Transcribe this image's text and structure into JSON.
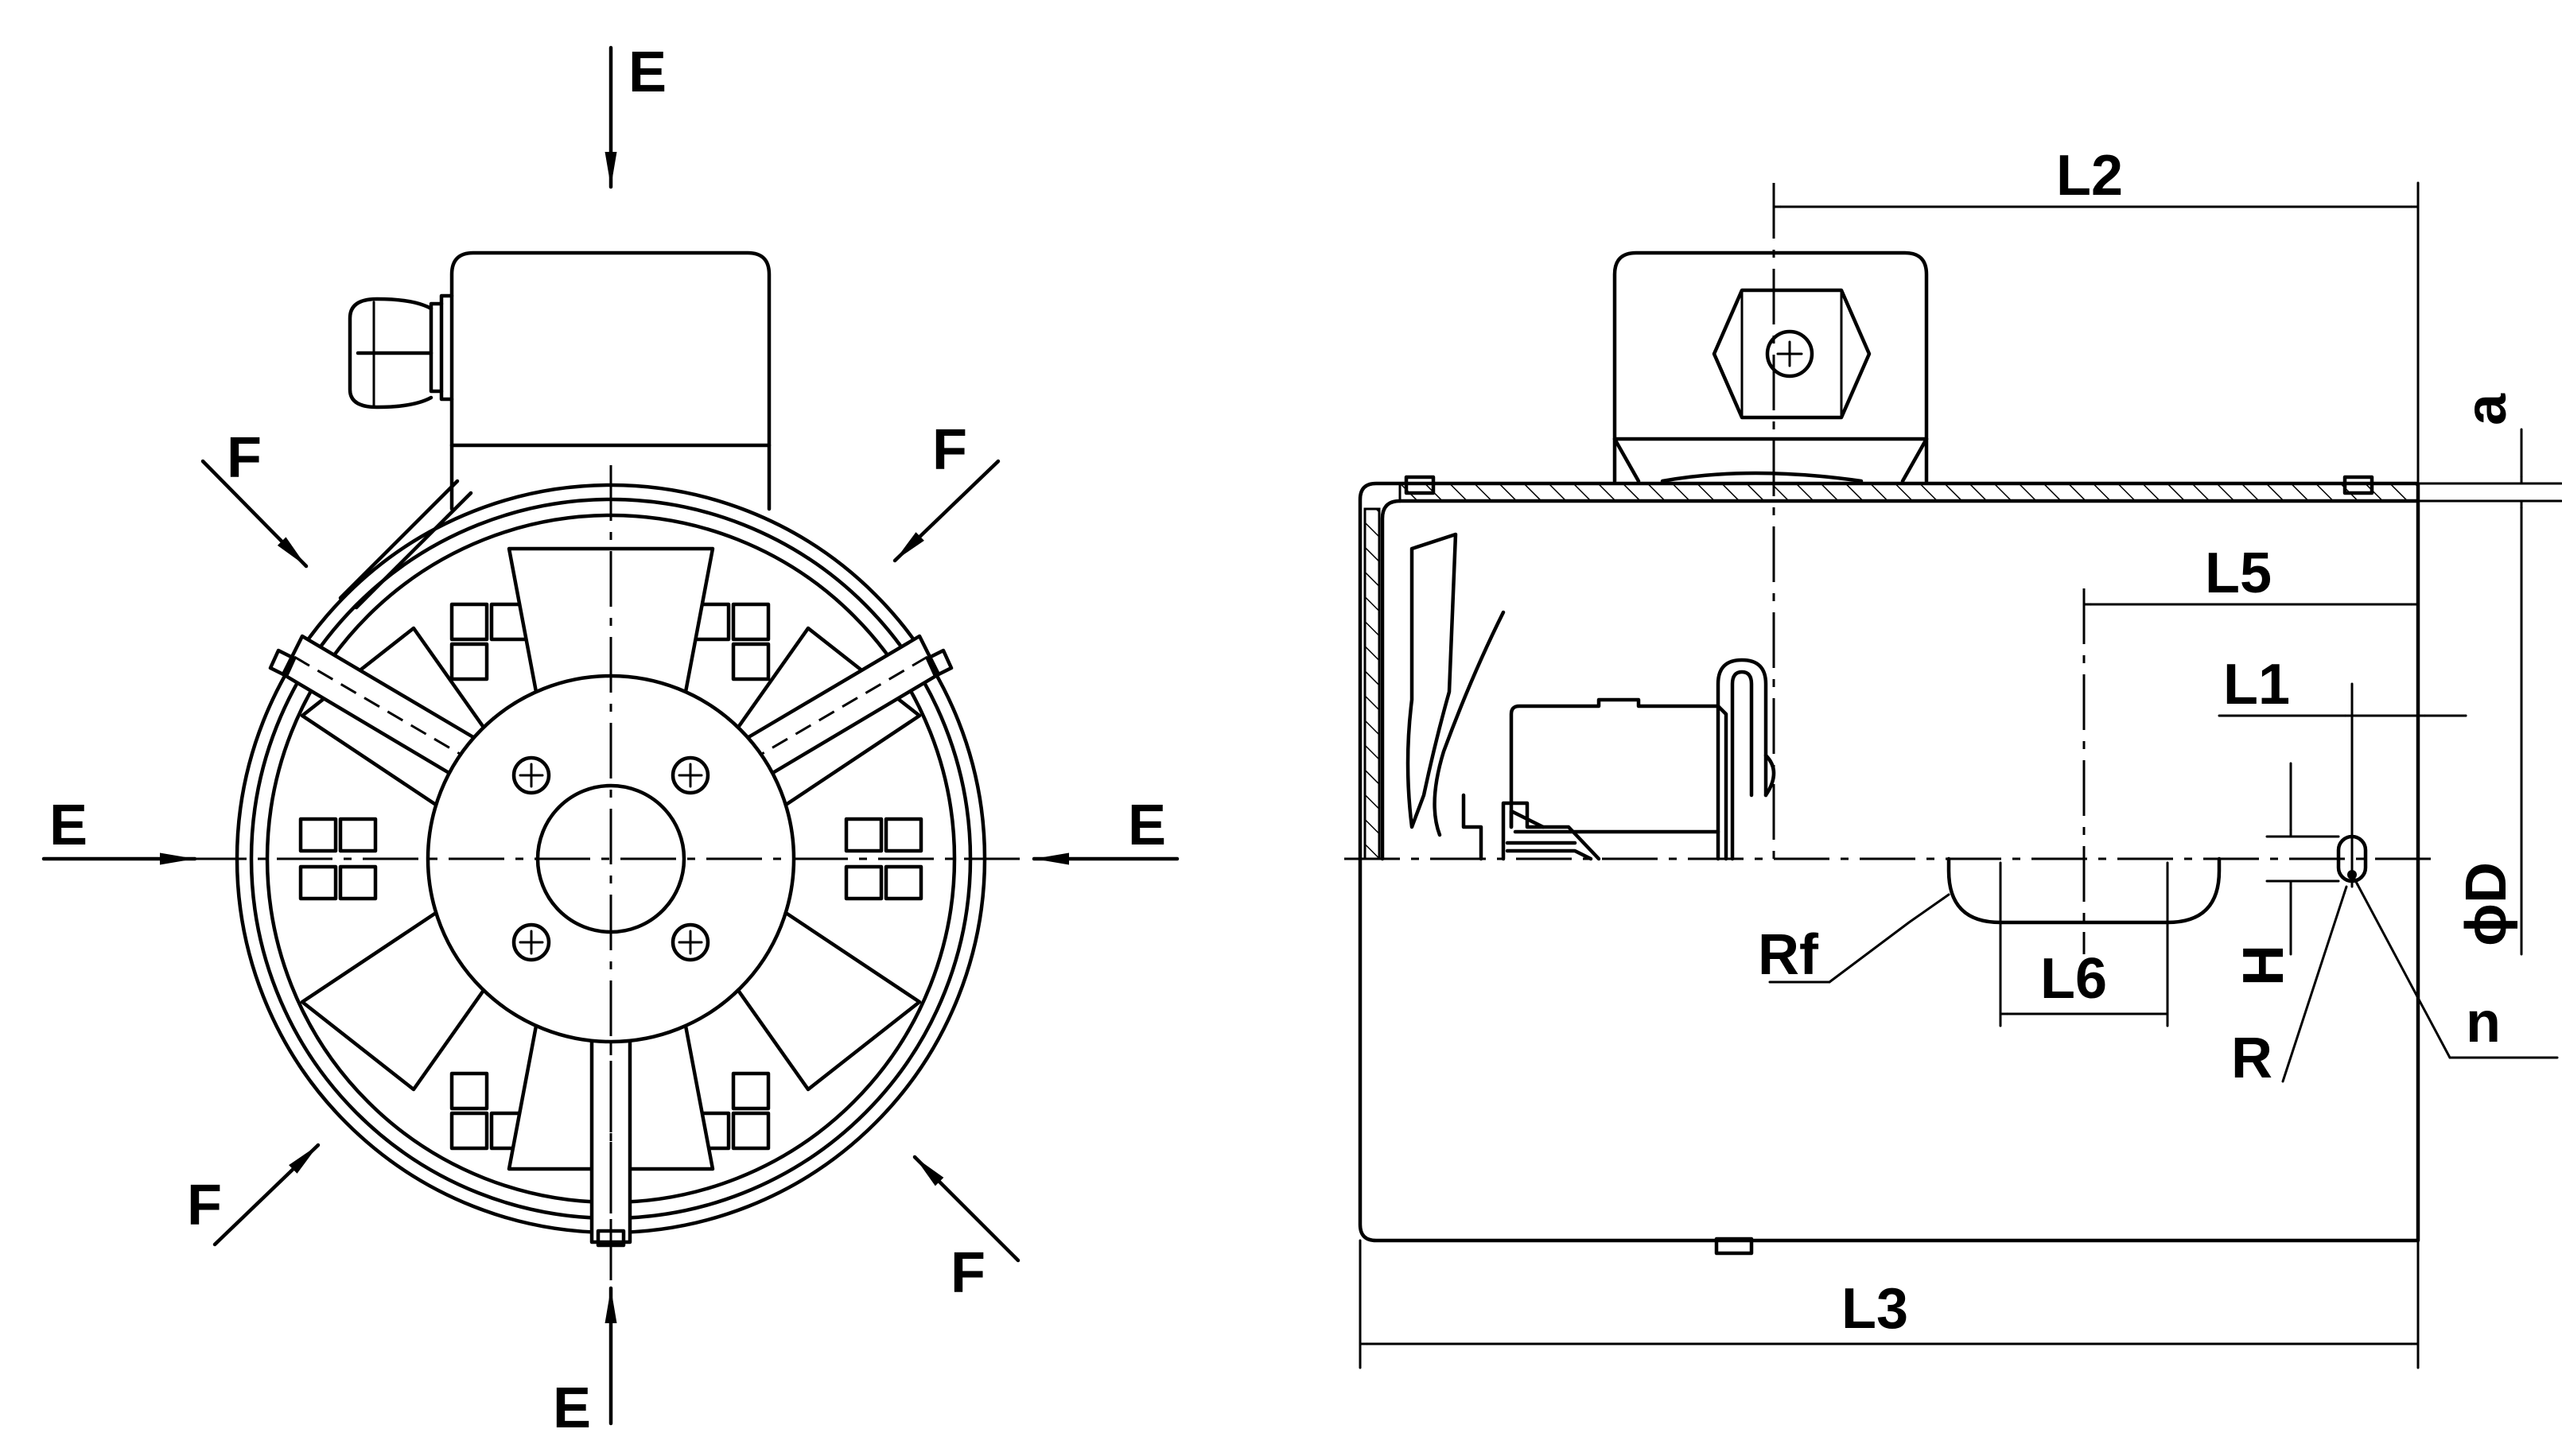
{
  "labels": {
    "e_top": "E",
    "e_left": "E",
    "e_right": "E",
    "e_bottom": "E",
    "f_top_left": "F",
    "f_top_right": "F",
    "f_bottom_left": "F",
    "f_bottom_right": "F",
    "l2": "L2",
    "l5": "L5",
    "l1": "L1",
    "l3": "L3",
    "l6": "L6",
    "rf": "Rf",
    "a": "a",
    "phi_d": "ϕD",
    "h": "H",
    "r": "R",
    "n": "n"
  }
}
